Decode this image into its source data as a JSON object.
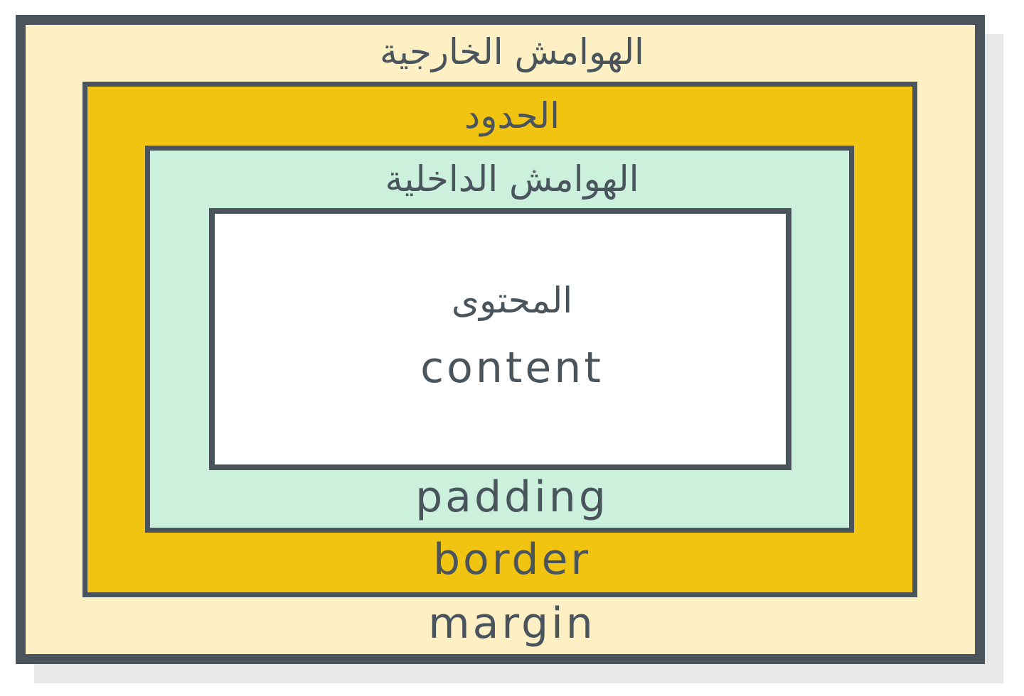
{
  "diagram": {
    "layers": [
      {
        "id": "margin",
        "label_ar": "الهوامش  الخارجية",
        "label_en": "margin",
        "fill": "#fcf0c4"
      },
      {
        "id": "border",
        "label_ar": "الحدود",
        "label_en": "border",
        "fill": "#f0c411"
      },
      {
        "id": "padding",
        "label_ar": "الهوامش الداخلية",
        "label_en": "padding",
        "fill": "#cbf1dd"
      },
      {
        "id": "content",
        "label_ar": "المحتوى",
        "label_en": "content",
        "fill": "#ffffff"
      }
    ],
    "outline_color": "#4a545c",
    "text_color": "#4a545c"
  }
}
